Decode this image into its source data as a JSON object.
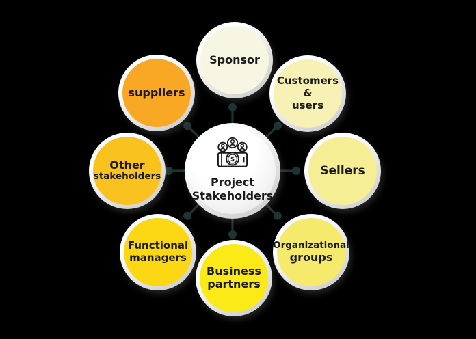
{
  "center": {
    "lines": [
      "Project",
      "Stakeholders"
    ],
    "icon": "project-stakeholders-icon",
    "icon_currency": "$",
    "fill": "#ffffff"
  },
  "nodes": [
    {
      "id": "sponsor",
      "lines": [
        "Sponsor"
      ],
      "color": "#f7f6e2"
    },
    {
      "id": "customers-users",
      "lines": [
        "Customers",
        "&",
        "users"
      ],
      "color": "#f7f1b5"
    },
    {
      "id": "sellers",
      "lines": [
        "Sellers"
      ],
      "color": "#f6ee95"
    },
    {
      "id": "organizational-groups",
      "lines": [
        "Organizational",
        "groups"
      ],
      "color": "#f5ea6b"
    },
    {
      "id": "business-partners",
      "lines": [
        "Business",
        "partners"
      ],
      "color": "#fbea17"
    },
    {
      "id": "functional-managers",
      "lines": [
        "Functional",
        "managers"
      ],
      "color": "#fbd714"
    },
    {
      "id": "other-stakeholders",
      "lines": [
        "Other",
        "stakeholders"
      ],
      "color": "#fac21e"
    },
    {
      "id": "suppliers",
      "lines": [
        "suppliers"
      ],
      "color": "#f9a826"
    }
  ],
  "colors": {
    "background": "#000000",
    "connector": "#1e3433",
    "text": "#1b1b1b",
    "ring_silver": "#cccccc"
  }
}
